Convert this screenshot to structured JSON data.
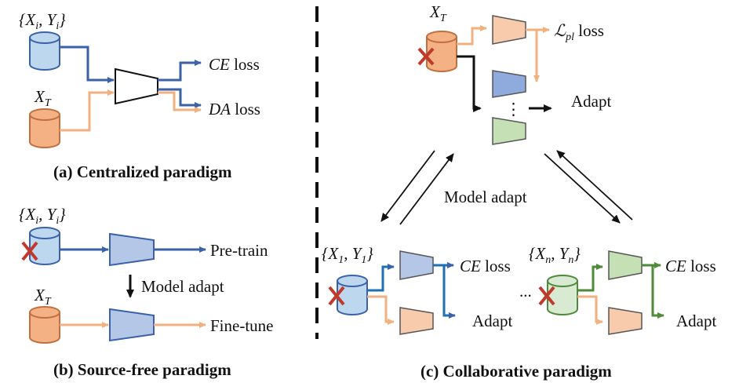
{
  "colors": {
    "blue": "#3b62a8",
    "orange": "#f0b07f",
    "green": "#4e8a3a",
    "black": "#111111",
    "cylinder_blue": "#bdd7ee",
    "cylinder_orange": "#f4b183",
    "cylinder_green": "#d9ead3",
    "trap_orange": "#f8cbad",
    "trap_blue": "#b4c7e7",
    "trap_blue_dark": "#8faadc",
    "trap_green": "#c5e0b4",
    "cross_red": "#c0392b"
  },
  "panel_a": {
    "source_label": "{X",
    "source_sub": "i",
    "source_mid": ", Y",
    "source_sub2": "i",
    "source_end": "}",
    "target_label": "X",
    "target_sub": "T",
    "ce_loss_math": "CE",
    "ce_loss_text": " loss",
    "da_loss_math": "DA",
    "da_loss_text": " loss",
    "caption": "(a) Centralized paradigm"
  },
  "panel_b": {
    "source_label": "{X",
    "source_sub": "i",
    "source_mid": ", Y",
    "source_sub2": "i",
    "source_end": "}",
    "target_label": "X",
    "target_sub": "T",
    "pretrain": "Pre-train",
    "model_adapt": "Model adapt",
    "finetune": "Fine-tune",
    "caption": "(b) Source-free paradigm"
  },
  "panel_c": {
    "target_label": "X",
    "target_sub": "T",
    "lpl_math": "ℒ",
    "lpl_sub": "pl",
    "lpl_text": " loss",
    "adapt_top": "Adapt",
    "dots": "⋮",
    "model_adapt": "Model adapt",
    "client1_label": "{X",
    "client1_sub": "1",
    "client1_mid": ", Y",
    "client1_sub2": "1",
    "client1_end": "}",
    "clientn_label": "{X",
    "clientn_sub": "n",
    "clientn_mid": ", Y",
    "clientn_sub2": "n",
    "clientn_end": "}",
    "ce1_math": "CE",
    "ce1_text": " loss",
    "cen_math": "CE",
    "cen_text": " loss",
    "adapt1": "Adapt",
    "adaptn": "Adapt",
    "ellipsis": "...",
    "caption": "(c) Collaborative paradigm"
  }
}
